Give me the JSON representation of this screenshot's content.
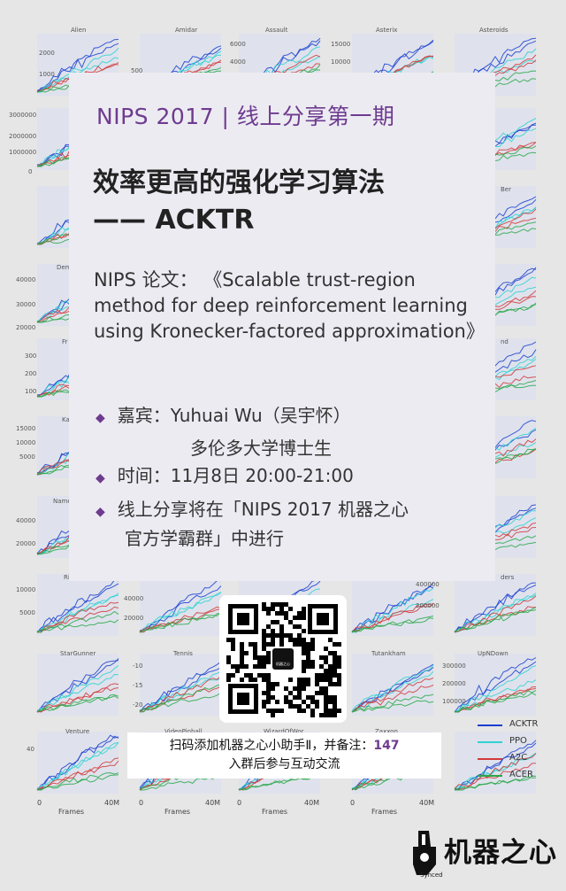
{
  "header": {
    "event": "NIPS 2017 | 线上分享第一期"
  },
  "talk": {
    "title_line1": "效率更高的强化学习算法",
    "title_line2": "—— ACKTR",
    "paper_prefix": "NIPS 论文：",
    "paper_title": "《Scalable trust-region method for deep reinforcement learning using Kronecker-factored approximation》"
  },
  "details": {
    "guest_label": "嘉宾：",
    "guest_name": "Yuhuai Wu（吴宇怀）",
    "guest_affiliation": "多伦多大学博士生",
    "time_label": "时间：",
    "time_value": "11月8日 20:00-21:00",
    "venue": "线上分享将在「NIPS 2017 机器之心",
    "venue_line2": "官方学霸群」中进行"
  },
  "signup": {
    "line1": "扫码添加机器之心小助手Ⅱ，并备注：",
    "code": "147",
    "line2": "入群后参与互动交流"
  },
  "qr_center_text": "机器之心",
  "background_plots": {
    "titles": [
      "Alien",
      "Amidar",
      "Assault",
      "Asterix",
      "Asteroids",
      "StarGunner",
      "Tennis",
      "Tutankham",
      "UpNDown",
      "Venture",
      "VideoPinball",
      "WizardOfWor",
      "Zaxxon"
    ],
    "xlabel": "Frames",
    "x_tick_start": "0",
    "x_tick_end": "40M",
    "left_ticks": [
      "2000",
      "1000",
      "3000000",
      "2000000",
      "1000000",
      "0",
      "40000",
      "30000",
      "20000",
      "300",
      "200",
      "100",
      "15000",
      "10000",
      "5000",
      "40000",
      "20000",
      "10000",
      "5000",
      "40"
    ],
    "column_ticks": [
      "6000",
      "4000",
      "15000",
      "10000",
      "40000",
      "20000",
      "-10",
      "-15",
      "-20",
      "300000",
      "200000",
      "100000",
      "500",
      "400000",
      "200000"
    ],
    "partial_titles": [
      "Ber",
      "Dem",
      "Fr",
      "Ka",
      "Name",
      "Ri",
      "nd",
      "ders"
    ]
  },
  "legend": [
    {
      "name": "ACKTR",
      "color": "#1a3fd0"
    },
    {
      "name": "PPO",
      "color": "#2fd2d2"
    },
    {
      "name": "A2C",
      "color": "#d23a3a"
    },
    {
      "name": "ACER",
      "color": "#2aa84a"
    }
  ],
  "brand": {
    "name": "机器之心",
    "sub": "Synced"
  }
}
